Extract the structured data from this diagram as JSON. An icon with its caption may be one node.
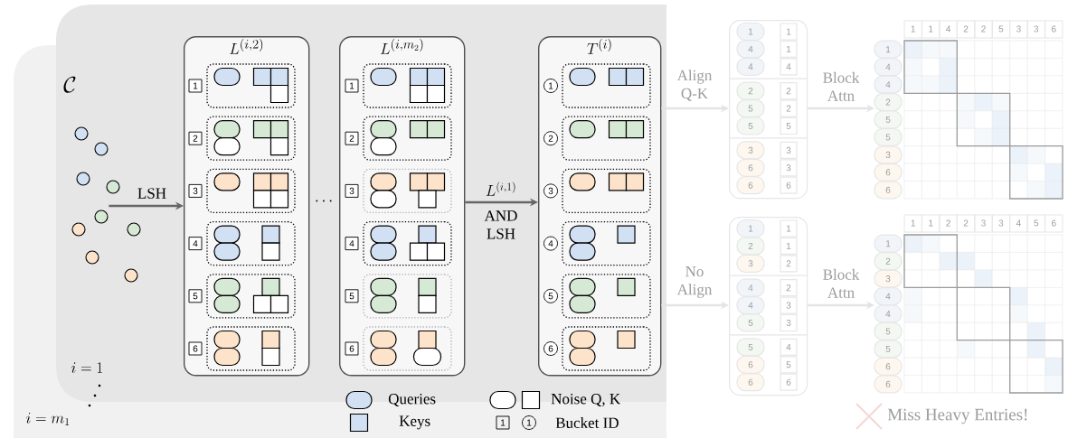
{
  "diagram": {
    "nodes": [
      {
        "text": [
          "\\mathcal{C}"
        ]
      },
      {
        "text": [
          "L^{(i,2)}"
        ]
      },
      {
        "text": [],
        "shape": "box",
        "in": 1,
        "beside": [
          "1"
        ]
      },
      {
        "text": [],
        "shape": "box",
        "in": 1,
        "beside": [
          "2"
        ]
      },
      {
        "text": [],
        "shape": "box",
        "in": 1,
        "beside": [
          "3"
        ]
      },
      {
        "text": [],
        "shape": "box",
        "in": 1,
        "beside": [
          "4"
        ]
      },
      {
        "text": [],
        "shape": "box",
        "in": 1,
        "beside": [
          "5"
        ]
      },
      {
        "text": [],
        "shape": "box",
        "in": 1,
        "beside": [
          "6"
        ]
      },
      {
        "text": [
          "L^{(i,m_2)}"
        ]
      },
      {
        "text": [],
        "shape": "box",
        "in": 8,
        "beside": [
          "1"
        ]
      },
      {
        "text": [],
        "shape": "box",
        "in": 8,
        "beside": [
          "2"
        ]
      },
      {
        "text": [],
        "shape": "box",
        "in": 8,
        "beside": [
          "3"
        ]
      },
      {
        "text": [],
        "shape": "box",
        "in": 8,
        "beside": [
          "4"
        ]
      },
      {
        "text": [],
        "shape": "box",
        "in": 8,
        "beside": [
          "5"
        ]
      },
      {
        "text": [],
        "shape": "box",
        "in": 8,
        "beside": [
          "6"
        ]
      },
      {
        "text": [
          "T^{(i)}"
        ]
      },
      {
        "text": [],
        "shape": "box",
        "in": 15,
        "beside": [
          "1"
        ]
      },
      {
        "text": [],
        "shape": "box",
        "in": 15,
        "beside": [
          "2"
        ]
      },
      {
        "text": [],
        "shape": "box",
        "in": 15,
        "beside": [
          "3"
        ]
      },
      {
        "text": [],
        "shape": "box",
        "in": 15,
        "beside": [
          "4"
        ]
      },
      {
        "text": [],
        "shape": "box",
        "in": 15,
        "beside": [
          "5"
        ]
      },
      {
        "text": [],
        "shape": "box",
        "in": 15,
        "beside": [
          "6"
        ]
      },
      {
        "text": [
          "1",
          "4",
          "4",
          "2",
          "5",
          "5",
          "3",
          "6",
          "6",
          "1",
          "1",
          "4",
          "2",
          "2",
          "5",
          "3",
          "3",
          "6"
        ]
      },
      {
        "text": [
          "1",
          "1",
          "4",
          "2",
          "2",
          "5",
          "3",
          "3",
          "6",
          "1",
          "4",
          "4",
          "2",
          "5",
          "5",
          "3",
          "6",
          "6"
        ]
      },
      {
        "text": [
          "1",
          "2",
          "3",
          "4",
          "4",
          "5",
          "5",
          "6",
          "6",
          "1",
          "1",
          "2",
          "2",
          "3",
          "3",
          "4",
          "5",
          "6"
        ]
      },
      {
        "text": [
          "1",
          "1",
          "2",
          "2",
          "3",
          "3",
          "4",
          "5",
          "6",
          "1",
          "2",
          "3",
          "4",
          "4",
          "5",
          "5",
          "6",
          "6"
        ]
      }
    ],
    "edges": [
      {
        "from": 0,
        "to": 1,
        "arrow": "to",
        "label": "LSH",
        "color": "#666666"
      },
      {
        "from": 8,
        "to": 15,
        "arrow": "to",
        "label": "L^{(i,1)}",
        "color": "#666666"
      },
      {
        "from": 15,
        "to": 22,
        "arrow": "to",
        "label": "Align Q-K",
        "color": "#e4e4e4"
      },
      {
        "from": 22,
        "to": 23,
        "arrow": "to",
        "label": "Block Attn",
        "color": "#e4e4e4"
      },
      {
        "from": 15,
        "to": 24,
        "arrow": "to",
        "label": "No Align",
        "color": "#e4e4e4"
      },
      {
        "from": 24,
        "to": 25,
        "arrow": "to",
        "label": "Block Attn",
        "color": "#e4e4e4"
      }
    ],
    "labels": [
      "\\cdots",
      "AND LSH",
      "i = 1",
      "i = m_1",
      "1",
      "1",
      "Miss Heavy Entries!"
    ],
    "legend": [
      {
        "text": "Queries"
      },
      {
        "text": "Keys"
      },
      {
        "text": "Noise Q, K"
      },
      {
        "text": "Bucket ID"
      }
    ]
  }
}
